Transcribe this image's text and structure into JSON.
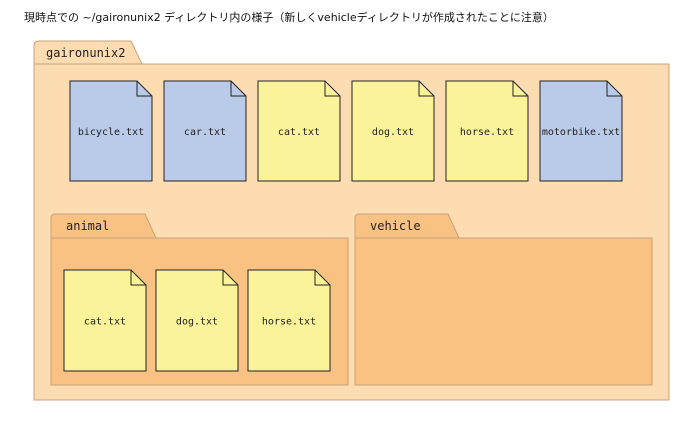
{
  "caption": "現時点での ~/gaironunix2 ディレクトリ内の様子（新しくvehicleディレクトリが作成されたことに注意）",
  "colors": {
    "root_folder": "#fddcb2",
    "sub_folder": "#f9c282",
    "folder_stroke": "#c8a27a",
    "file_blue": "#b9cbe8",
    "file_yellow": "#fbf39a",
    "file_stroke": "#222222"
  },
  "root": {
    "name": "gaironunix2",
    "files": [
      {
        "name": "bicycle.txt",
        "color": "blue"
      },
      {
        "name": "car.txt",
        "color": "blue"
      },
      {
        "name": "cat.txt",
        "color": "yellow"
      },
      {
        "name": "dog.txt",
        "color": "yellow"
      },
      {
        "name": "horse.txt",
        "color": "yellow"
      },
      {
        "name": "motorbike.txt",
        "color": "blue"
      }
    ]
  },
  "animal": {
    "name": "animal",
    "files": [
      {
        "name": "cat.txt",
        "color": "yellow"
      },
      {
        "name": "dog.txt",
        "color": "yellow"
      },
      {
        "name": "horse.txt",
        "color": "yellow"
      }
    ]
  },
  "vehicle": {
    "name": "vehicle",
    "files": []
  }
}
